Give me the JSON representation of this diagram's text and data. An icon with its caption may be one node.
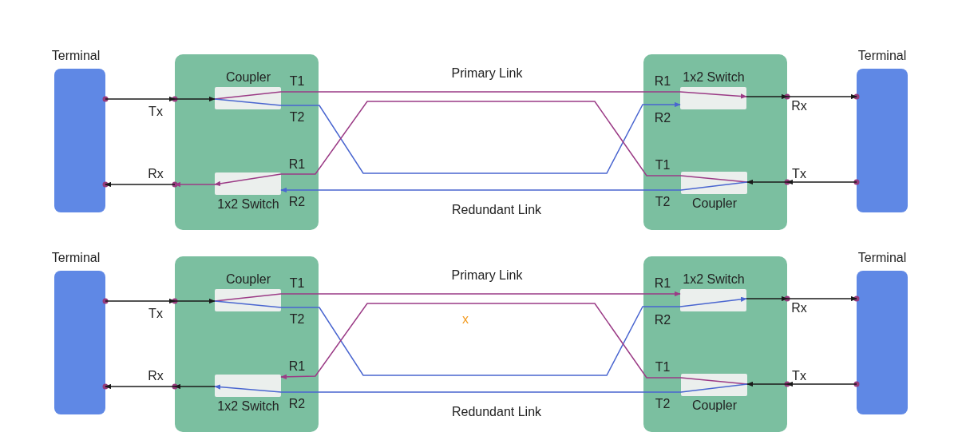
{
  "diagram": {
    "nodes": [
      {
        "text": [
          "Terminal"
        ]
      },
      {
        "text": [],
        "shape": "box"
      },
      {
        "text": [
          "Coupler"
        ],
        "in": 1
      },
      {
        "text": [
          "1x2 Switch"
        ],
        "in": 1
      },
      {
        "text": [],
        "shape": "box"
      },
      {
        "text": [
          "1x2 Switch"
        ],
        "in": 4
      },
      {
        "text": [
          "Coupler"
        ],
        "in": 4
      },
      {
        "text": [
          "Terminal"
        ]
      },
      {
        "text": [
          "Terminal"
        ]
      },
      {
        "text": [],
        "shape": "box"
      },
      {
        "text": [
          "Coupler"
        ],
        "in": 9
      },
      {
        "text": [
          "1x2 Switch"
        ],
        "in": 9
      },
      {
        "text": [],
        "shape": "box"
      },
      {
        "text": [
          "1x2 Switch"
        ],
        "in": 12
      },
      {
        "text": [
          "Coupler"
        ],
        "in": 12
      },
      {
        "text": [
          "Terminal"
        ]
      }
    ],
    "edges": [
      {
        "from": 0,
        "to": 1,
        "arrow": "to",
        "label": "Tx"
      },
      {
        "from": 1,
        "to": 2,
        "arrow": "to"
      },
      {
        "from": 2,
        "to": 5,
        "arrow": "to",
        "label": "Primary Link",
        "color": "#9b3b86"
      },
      {
        "from": 2,
        "to": 5,
        "arrow": "to",
        "color": "#4a66d0"
      },
      {
        "from": 6,
        "to": 3,
        "arrow": "to",
        "color": "#9b3b86"
      },
      {
        "from": 6,
        "to": 3,
        "arrow": "to",
        "label": "Redundant Link",
        "color": "#4a66d0"
      },
      {
        "from": 3,
        "to": 1,
        "arrow": "to",
        "color": "#9b3b86"
      },
      {
        "from": 1,
        "to": 0,
        "arrow": "to",
        "label": "Rx"
      },
      {
        "from": 5,
        "to": 4,
        "arrow": "to"
      },
      {
        "from": 4,
        "to": 7,
        "arrow": "to",
        "label": "Rx"
      },
      {
        "from": 7,
        "to": 4,
        "arrow": "to",
        "label": "Tx"
      },
      {
        "from": 4,
        "to": 6,
        "arrow": "to"
      },
      {
        "from": 8,
        "to": 9,
        "arrow": "to",
        "label": "Tx"
      },
      {
        "from": 9,
        "to": 10,
        "arrow": "to"
      },
      {
        "from": 10,
        "to": 13,
        "arrow": "to",
        "label": "Primary Link",
        "color": "#9b3b86"
      },
      {
        "from": 10,
        "to": 13,
        "arrow": "to",
        "color": "#4a66d0"
      },
      {
        "from": 14,
        "to": 11,
        "arrow": "to",
        "color": "#9b3b86"
      },
      {
        "from": 14,
        "to": 11,
        "arrow": "to",
        "label": "Redundant Link",
        "color": "#4a66d0"
      },
      {
        "from": 11,
        "to": 9,
        "arrow": "to"
      },
      {
        "from": 9,
        "to": 8,
        "arrow": "to",
        "label": "Rx"
      },
      {
        "from": 13,
        "to": 12,
        "arrow": "to"
      },
      {
        "from": 12,
        "to": 15,
        "arrow": "to",
        "label": "Rx"
      },
      {
        "from": 15,
        "to": 12,
        "arrow": "to",
        "label": "Tx"
      },
      {
        "from": 12,
        "to": 14,
        "arrow": "to"
      }
    ],
    "labels": [
      "T1",
      "T2",
      "R1",
      "R2",
      "R1",
      "R2",
      "T1",
      "T2",
      "T1",
      "T2",
      "R1",
      "R2",
      "x",
      "R1",
      "R2",
      "T1",
      "T2"
    ]
  }
}
